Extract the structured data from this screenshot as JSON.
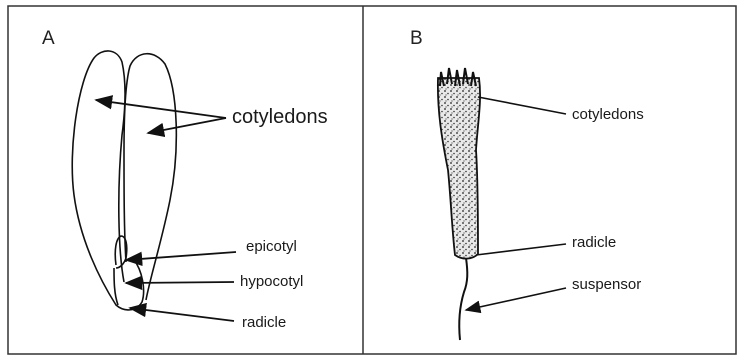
{
  "panels": {
    "a": {
      "letter": "A",
      "labels": {
        "cotyledons": "cotyledons",
        "epicotyl": "epicotyl",
        "hypocotyl": "hypocotyl",
        "radicle": "radicle"
      }
    },
    "b": {
      "letter": "B",
      "labels": {
        "cotyledons": "cotyledons",
        "radicle": "radicle",
        "suspensor": "suspensor"
      }
    }
  },
  "colors": {
    "ink": "#111111",
    "frame": "#333333"
  }
}
